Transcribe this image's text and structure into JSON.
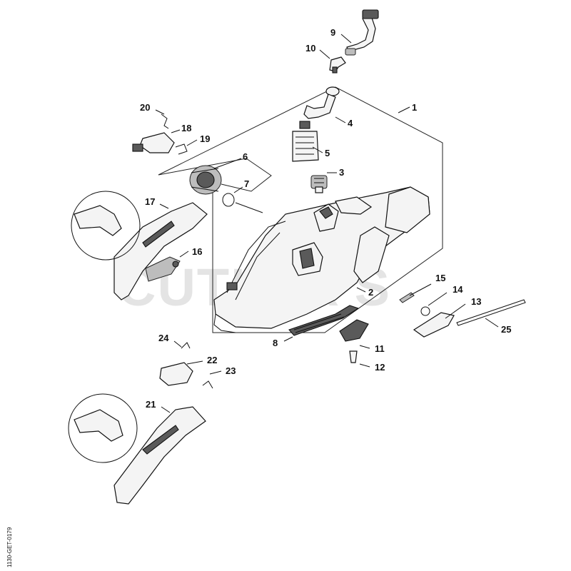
{
  "watermark": "CUTLER'S",
  "side_code": "1130-GET-0179",
  "callouts": [
    {
      "id": "1",
      "label": "1"
    },
    {
      "id": "2",
      "label": "2"
    },
    {
      "id": "3",
      "label": "3"
    },
    {
      "id": "4",
      "label": "4"
    },
    {
      "id": "5",
      "label": "5"
    },
    {
      "id": "6",
      "label": "6"
    },
    {
      "id": "7",
      "label": "7"
    },
    {
      "id": "8",
      "label": "8"
    },
    {
      "id": "9",
      "label": "9"
    },
    {
      "id": "10",
      "label": "10"
    },
    {
      "id": "11",
      "label": "11"
    },
    {
      "id": "12",
      "label": "12"
    },
    {
      "id": "13",
      "label": "13"
    },
    {
      "id": "14",
      "label": "14"
    },
    {
      "id": "15",
      "label": "15"
    },
    {
      "id": "16",
      "label": "16"
    },
    {
      "id": "17",
      "label": "17"
    },
    {
      "id": "18",
      "label": "18"
    },
    {
      "id": "19",
      "label": "19"
    },
    {
      "id": "20",
      "label": "20"
    },
    {
      "id": "21",
      "label": "21"
    },
    {
      "id": "22",
      "label": "22"
    },
    {
      "id": "23",
      "label": "23"
    },
    {
      "id": "24",
      "label": "24"
    },
    {
      "id": "25",
      "label": "25"
    }
  ]
}
